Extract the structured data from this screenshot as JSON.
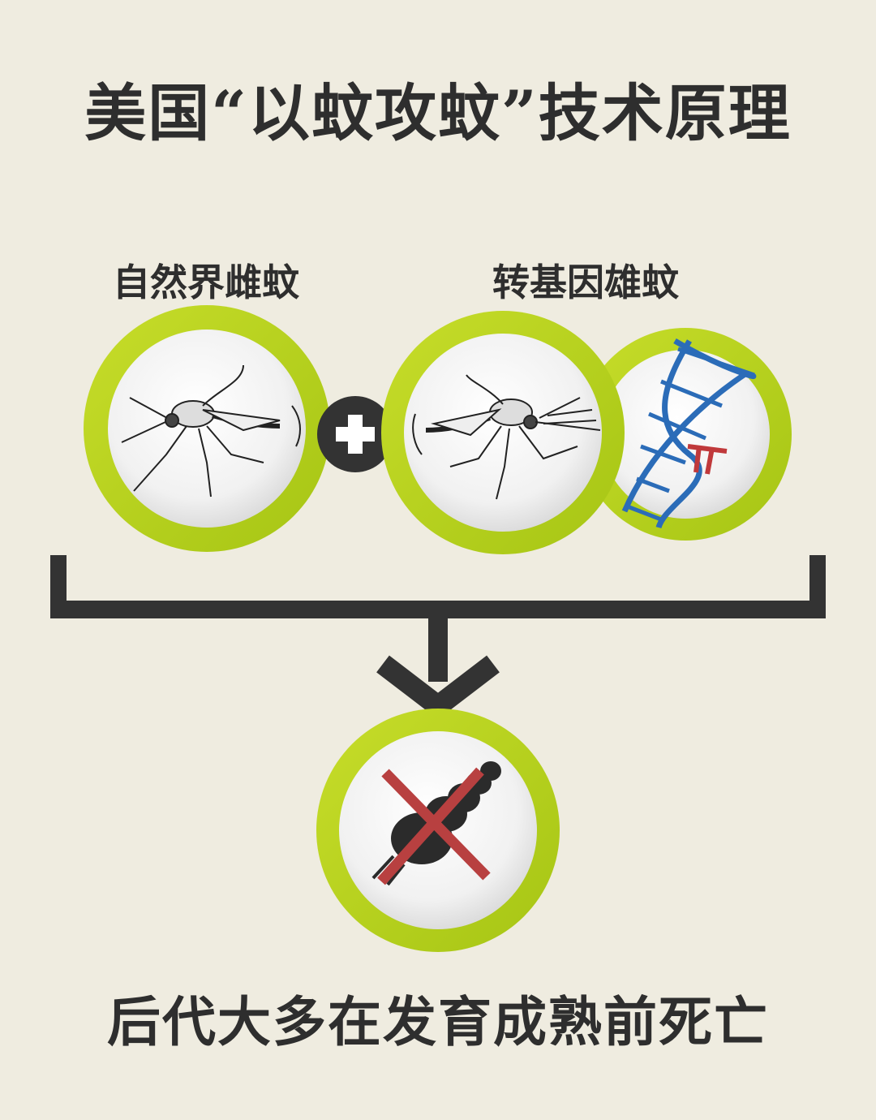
{
  "title": "美国“以蚊攻蚊”技术原理",
  "left_label": "自然界雌蚊",
  "right_label": "转基因雄蚊",
  "footer": "后代大多在发育成熟前死亡",
  "colors": {
    "background": "#efece0",
    "ring_green": "#b6d41e",
    "dark": "#333333",
    "dna_blue": "#2b6cb8",
    "dna_red": "#c0393b",
    "cross_red": "#b84040"
  },
  "icons": {
    "female": "female-mosquito-icon",
    "male": "male-mosquito-icon",
    "dna": "dna-helix-icon",
    "plus": "plus-icon",
    "arrow": "arrow-down-icon",
    "larva": "larva-icon",
    "cross": "cross-mark-icon"
  }
}
